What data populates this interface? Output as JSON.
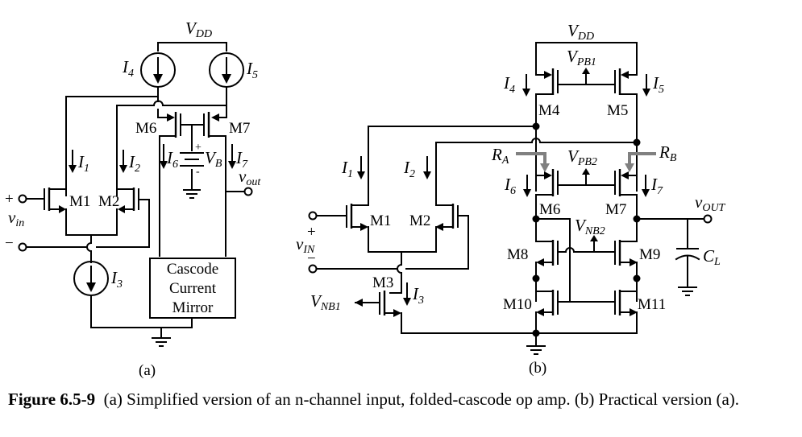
{
  "figure": {
    "caption_label": "Figure 6.5-9",
    "caption_text": "(a) Simplified version of an n-channel input, folded-cascode op amp. (b) Practical version (a)."
  },
  "panel_a": {
    "label": "(a)",
    "supply": {
      "main": "V",
      "sub": "DD"
    },
    "sources": [
      {
        "id": "I4",
        "main": "I",
        "sub": "4"
      },
      {
        "id": "I5",
        "main": "I",
        "sub": "5"
      },
      {
        "id": "I3",
        "main": "I",
        "sub": "3"
      }
    ],
    "currents": [
      {
        "id": "I1",
        "main": "I",
        "sub": "1"
      },
      {
        "id": "I2",
        "main": "I",
        "sub": "2"
      },
      {
        "id": "I6",
        "main": "I",
        "sub": "6"
      },
      {
        "id": "I7",
        "main": "I",
        "sub": "7"
      }
    ],
    "transistors": [
      "M1",
      "M2",
      "M6",
      "M7"
    ],
    "bias_voltage": {
      "main": "V",
      "sub": "B",
      "plus": "+",
      "minus": "-"
    },
    "input": {
      "main": "v",
      "sub": "in",
      "plus": "+",
      "minus": "−"
    },
    "output": {
      "main": "v",
      "sub": "out"
    },
    "block": [
      "Cascode",
      "Current",
      "Mirror"
    ]
  },
  "panel_b": {
    "label": "(b)",
    "supply": {
      "main": "V",
      "sub": "DD"
    },
    "bias": [
      {
        "id": "VPB1",
        "main": "V",
        "sub": "PB1"
      },
      {
        "id": "VPB2",
        "main": "V",
        "sub": "PB2"
      },
      {
        "id": "VNB2",
        "main": "V",
        "sub": "NB2"
      },
      {
        "id": "VNB1",
        "main": "V",
        "sub": "NB1"
      }
    ],
    "currents": [
      {
        "id": "I1",
        "main": "I",
        "sub": "1"
      },
      {
        "id": "I2",
        "main": "I",
        "sub": "2"
      },
      {
        "id": "I3",
        "main": "I",
        "sub": "3"
      },
      {
        "id": "I4",
        "main": "I",
        "sub": "4"
      },
      {
        "id": "I5",
        "main": "I",
        "sub": "5"
      },
      {
        "id": "I6",
        "main": "I",
        "sub": "6"
      },
      {
        "id": "I7",
        "main": "I",
        "sub": "7"
      }
    ],
    "resistances": [
      {
        "id": "RA",
        "main": "R",
        "sub": "A"
      },
      {
        "id": "RB",
        "main": "R",
        "sub": "B"
      }
    ],
    "transistors": [
      "M1",
      "M2",
      "M3",
      "M4",
      "M5",
      "M6",
      "M7",
      "M8",
      "M9",
      "M10",
      "M11"
    ],
    "input": {
      "main": "v",
      "sub": "IN",
      "plus": "+",
      "minus": "−"
    },
    "output": {
      "main": "v",
      "sub": "OUT"
    },
    "load_cap": {
      "main": "C",
      "sub": "L"
    }
  }
}
